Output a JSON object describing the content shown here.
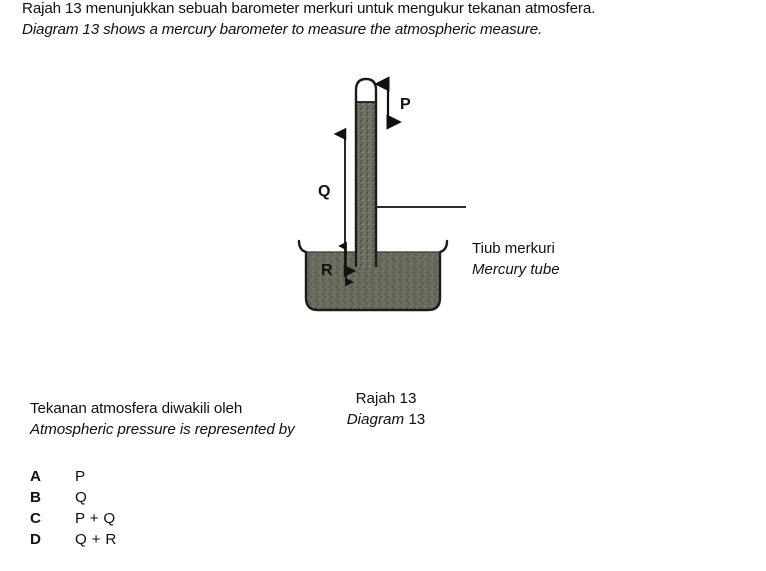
{
  "stem": {
    "malay": "Rajah 13 menunjukkan sebuah barometer merkuri untuk mengukur tekanan atmosfera.",
    "english": "Diagram 13 shows a mercury barometer to measure the atmospheric measure."
  },
  "diagram": {
    "labels": {
      "p": "P",
      "q": "Q",
      "r": "R"
    },
    "callout": {
      "malay": "Tiub merkuri",
      "english": "Mercury tube"
    },
    "caption": {
      "malay": "Rajah 13",
      "english_word": "Diagram",
      "english_number": "13"
    },
    "colors": {
      "mercury": "#6d6c5e",
      "reservoir": "#6a6a5c",
      "outline": "#1b1b1b",
      "vacuum": "#ffffff"
    }
  },
  "lead": {
    "malay": "Tekanan atmosfera diwakili oleh",
    "english": "Atmospheric pressure is represented by"
  },
  "options": [
    {
      "key": "A",
      "value": "P"
    },
    {
      "key": "B",
      "value": "Q"
    },
    {
      "key": "C",
      "value": "P + Q"
    },
    {
      "key": "D",
      "value": "Q + R"
    }
  ]
}
